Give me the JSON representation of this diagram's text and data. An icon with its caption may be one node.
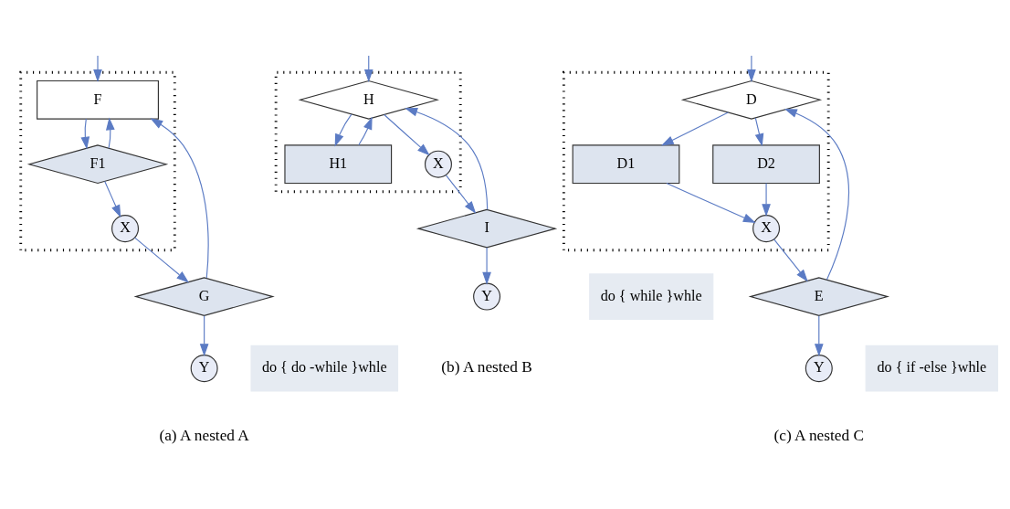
{
  "diagram": {
    "nodes": [
      {
        "text": [],
        "shape": "box"
      },
      {
        "text": [
          "F"
        ],
        "in": 0
      },
      {
        "text": [
          "F1"
        ],
        "in": 0
      },
      {
        "text": [
          "X"
        ],
        "in": 0
      },
      {
        "text": [
          "G"
        ]
      },
      {
        "text": [
          "do { do -while }whle"
        ]
      },
      {
        "text": [
          "Y"
        ]
      },
      {
        "text": [],
        "shape": "box"
      },
      {
        "text": [
          "H"
        ],
        "in": 7
      },
      {
        "text": [
          "H1"
        ],
        "in": 7
      },
      {
        "text": [
          "X"
        ],
        "in": 7
      },
      {
        "text": [
          "I"
        ]
      },
      {
        "text": [
          "do { while }whle"
        ]
      },
      {
        "text": [
          "Y"
        ]
      },
      {
        "text": [],
        "shape": "box"
      },
      {
        "text": [
          "D"
        ],
        "in": 14
      },
      {
        "text": [
          "D1"
        ],
        "in": 14
      },
      {
        "text": [
          "D2"
        ],
        "in": 14
      },
      {
        "text": [
          "X"
        ],
        "in": 14
      },
      {
        "text": [
          "E"
        ]
      },
      {
        "text": [
          "do { if -else }whle"
        ]
      },
      {
        "text": [
          "Y"
        ]
      }
    ],
    "edges": [
      {
        "from": null,
        "to": 1,
        "arrow": "to"
      },
      {
        "from": 1,
        "to": 2,
        "arrow": "to"
      },
      {
        "from": 2,
        "to": 3,
        "arrow": "to"
      },
      {
        "from": 3,
        "to": 4,
        "arrow": "to"
      },
      {
        "from": 4,
        "to": 1,
        "arrow": "to"
      },
      {
        "from": 2,
        "to": 1,
        "arrow": "to"
      },
      {
        "from": 4,
        "to": 6,
        "arrow": "to"
      },
      {
        "from": null,
        "to": 8,
        "arrow": "to"
      },
      {
        "from": 8,
        "to": 9,
        "arrow": "to"
      },
      {
        "from": 9,
        "to": 8,
        "arrow": "to"
      },
      {
        "from": 8,
        "to": 10,
        "arrow": "to"
      },
      {
        "from": 10,
        "to": 11,
        "arrow": "to"
      },
      {
        "from": 11,
        "to": 8,
        "arrow": "to"
      },
      {
        "from": 11,
        "to": 13,
        "arrow": "to"
      },
      {
        "from": null,
        "to": 15,
        "arrow": "to"
      },
      {
        "from": 15,
        "to": 16,
        "arrow": "to"
      },
      {
        "from": 15,
        "to": 17,
        "arrow": "to"
      },
      {
        "from": 16,
        "to": 18,
        "arrow": "to"
      },
      {
        "from": 17,
        "to": 18,
        "arrow": "to"
      },
      {
        "from": 18,
        "to": 19,
        "arrow": "to"
      },
      {
        "from": 19,
        "to": 15,
        "arrow": "to"
      },
      {
        "from": 19,
        "to": 21,
        "arrow": "to"
      }
    ],
    "labels": [
      "(a) A nested A",
      "(b) A nested B",
      "(c) A nested C"
    ]
  }
}
